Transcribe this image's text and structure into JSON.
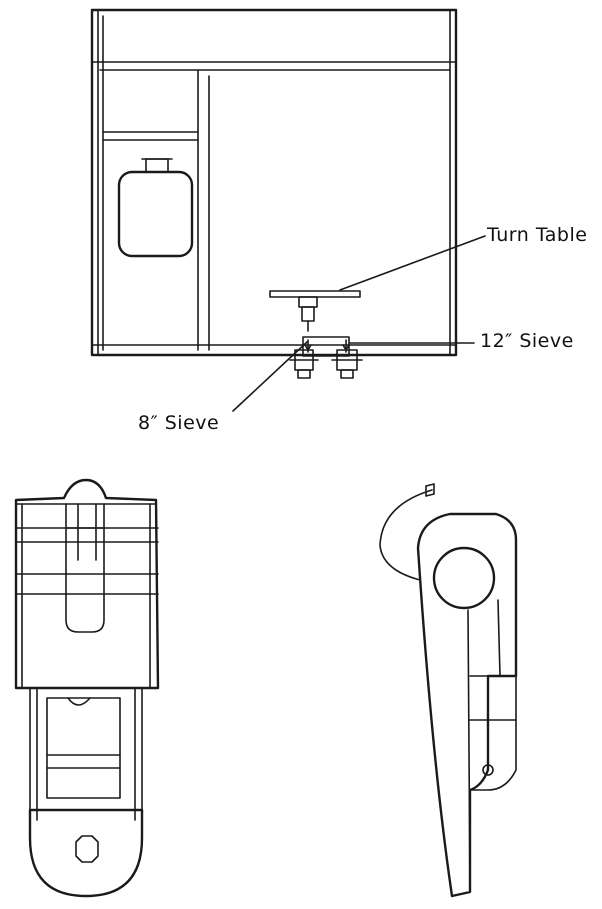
{
  "labels": {
    "turn_table": "Turn Table",
    "sieve_12": "12″ Sieve",
    "sieve_8": "8″ Sieve"
  }
}
